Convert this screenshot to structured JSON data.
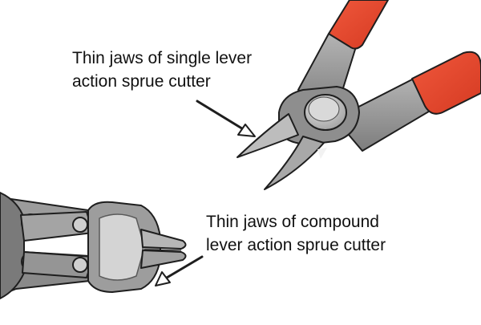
{
  "annotations": {
    "single_lever": {
      "line1": "Thin jaws of single lever",
      "line2": "action sprue cutter"
    },
    "compound_lever": {
      "line1": "Thin jaws of compound",
      "line2": "lever action sprue cutter"
    }
  },
  "colors": {
    "handle_grip": "#e8452c",
    "metal": "#9a9a9a",
    "metal_dark": "#6e6e6e",
    "outline": "#1e1e1e",
    "background": "#ffffff"
  }
}
